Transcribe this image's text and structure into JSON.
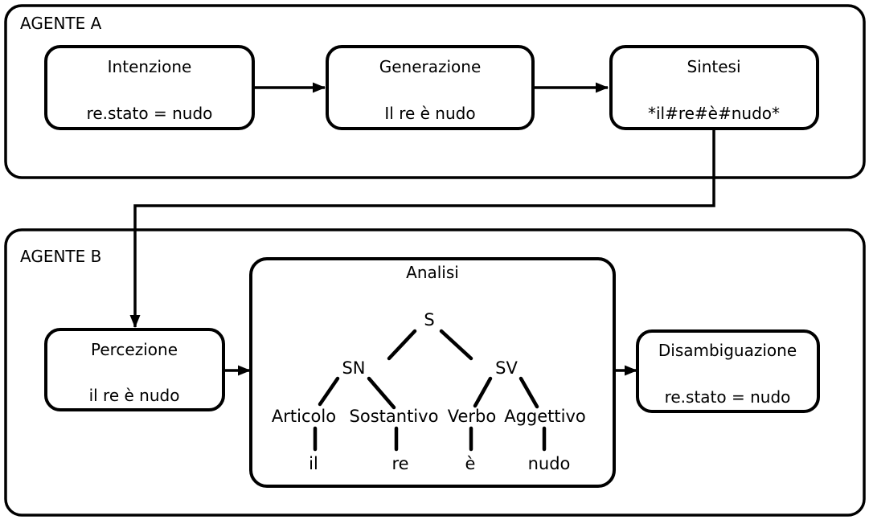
{
  "agent_a": {
    "label": "AGENTE A",
    "boxes": [
      {
        "title": "Intenzione",
        "content": "re.stato = nudo"
      },
      {
        "title": "Generazione",
        "content": "Il re è nudo"
      },
      {
        "title": "Sintesi",
        "content": "*il#re#è#nudo*"
      }
    ]
  },
  "agent_b": {
    "label": "AGENTE B",
    "percezione": {
      "title": "Percezione",
      "content": "il re è nudo"
    },
    "analisi": {
      "title": "Analisi",
      "tree": {
        "root": "S",
        "sn": "SN",
        "sv": "SV",
        "pos": [
          "Articolo",
          "Sostantivo",
          "Verbo",
          "Aggettivo"
        ],
        "terminals": [
          "il",
          "re",
          "è",
          "nudo"
        ]
      }
    },
    "disambiguazione": {
      "title": "Disambiguazione",
      "content": "re.stato = nudo"
    }
  },
  "colors": {
    "line": "#000000",
    "background": "#ffffff"
  }
}
